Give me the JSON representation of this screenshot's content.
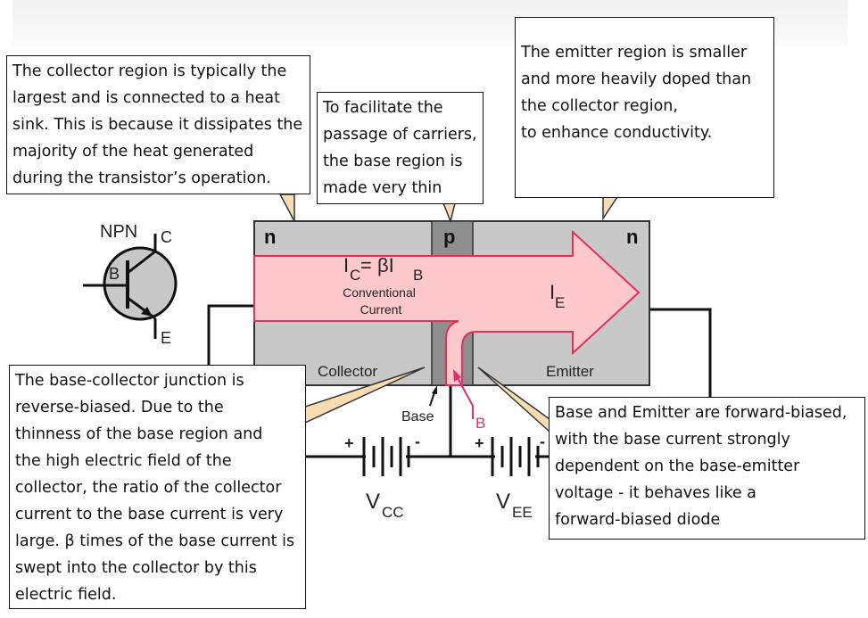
{
  "symbol": {
    "type_label": "NPN",
    "collector_label": "C",
    "base_label": "B",
    "emitter_label": "E"
  },
  "regions": {
    "collector_doping": "n",
    "base_doping": "p",
    "emitter_doping": "n",
    "collector_name": "Collector",
    "emitter_name": "Emitter",
    "base_name": "Base"
  },
  "currents": {
    "ic_main": "I",
    "ic_sub": "C",
    "ic_eq": " = βI",
    "ic_eq_sub": "B",
    "conventional_line1": "Conventional",
    "conventional_line2": "Current",
    "ie_main": "I",
    "ie_sub": "E",
    "ib_main": "I",
    "ib_sub": "B"
  },
  "supplies": {
    "vcc_main": "V",
    "vcc_sub": "CC",
    "vee_main": "V",
    "vee_sub": "EE",
    "plus": "+",
    "minus": "-"
  },
  "colors": {
    "region_n": "#c8c8c8",
    "region_p": "#8f8f8f",
    "arrow_fill": "#ffc9cc",
    "arrow_stroke": "#e0305a",
    "ib_color": "#e0306a",
    "pointer_fill": "#f7dcb4"
  },
  "callouts": {
    "collector": {
      "lines": [
        "The collector region is typically the",
        "largest and is connected to a heat",
        "sink. This is because it dissipates the",
        "majority of the heat generated",
        "during the transistor’s operation."
      ]
    },
    "base": {
      "lines": [
        "To facilitate the",
        "passage of carriers,",
        "the base region is",
        "made very thin"
      ]
    },
    "emitter": {
      "lines": [
        "The emitter region is smaller",
        "and more heavily doped than",
        "the collector region,",
        "to enhance conductivity."
      ]
    },
    "bc_junction": {
      "lines": [
        "The base-collector junction is",
        "reverse-biased. Due to the",
        "thinness of the base region and",
        "the high electric field of the",
        "collector, the ratio of the collector",
        "current to the base current is very",
        "large. β times of the base current is",
        "swept into the collector by this",
        "electric field."
      ]
    },
    "be_junction": {
      "lines": [
        "Base and Emitter are forward-biased,",
        "with the base current strongly",
        "dependent on the base-emitter",
        "voltage - it behaves like a",
        "forward-biased diode"
      ]
    }
  }
}
